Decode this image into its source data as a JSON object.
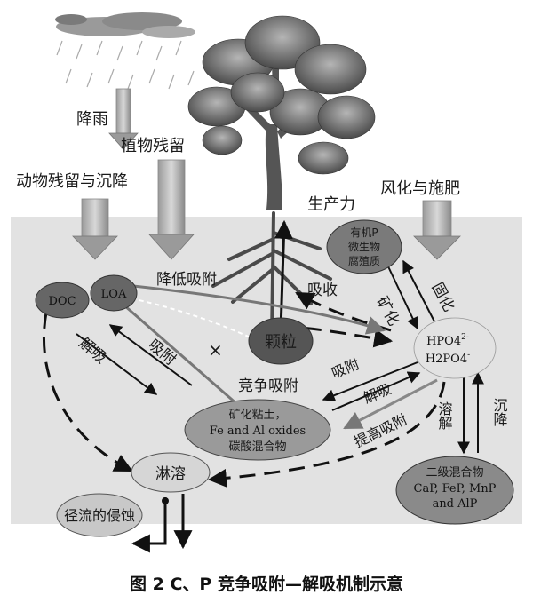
{
  "labels": {
    "rain": "降雨",
    "plant_residue": "植物残留",
    "animal_residue": "动物残留与沉降",
    "productivity": "生产力",
    "weathering_fertilizer": "风化与施肥",
    "reduce_adsorption": "降低吸附",
    "absorption": "吸收",
    "immobilization": "固化",
    "mineralization": "矿化",
    "desorption_left": "解吸",
    "adsorption_left": "吸附",
    "competitive_adsorption": "竞争吸附",
    "adsorption_mid": "吸附",
    "desorption_mid": "解吸",
    "enhance_adsorption": "提高吸附",
    "dissolution": "溶解",
    "precipitation": "沉降",
    "cross_mark": "×"
  },
  "nodes": {
    "doc": "DOC",
    "loa": "LOA",
    "particle": "颗粒",
    "organic_p": [
      "有机P",
      "微生物",
      "腐殖质"
    ],
    "hpo4": [
      "HPO4",
      "H2PO4"
    ],
    "minerals": [
      "矿化粘土，",
      "Fe and Al oxides",
      "碳酸混合物"
    ],
    "leaching": "淋溶",
    "runoff": "径流的侵蚀",
    "secondary": [
      "二级混合物",
      "CaP, FeP, MnP",
      "and AlP"
    ]
  },
  "caption": "图 2   C、P 竞争吸附—解吸机制示意",
  "colors": {
    "background_band": "#e2e2e2",
    "node_fill": "#666666",
    "light_node_fill": "#c8c8c8",
    "arrow": "#111111"
  }
}
